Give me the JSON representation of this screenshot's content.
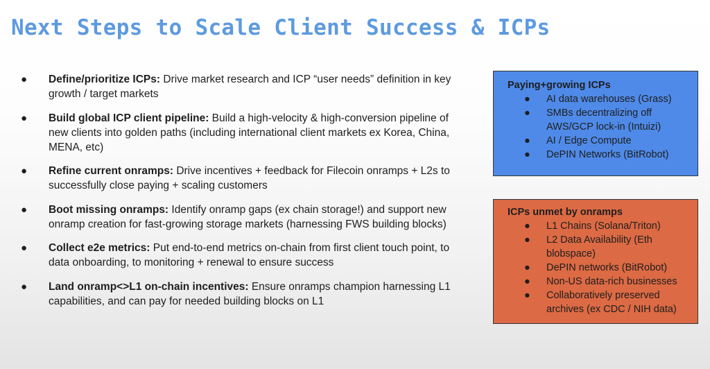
{
  "title": "Next Steps to Scale Client Success & ICPs",
  "bullet_symbol": "●",
  "steps": [
    {
      "lead": "Define/prioritize ICPs:",
      "text": " Drive market research and ICP “user needs” definition in key growth / target markets"
    },
    {
      "lead": "Build global ICP client pipeline:",
      "text": " Build a high-velocity & high-conversion pipeline of new clients into golden paths (including international client markets ex Korea, China, MENA, etc)"
    },
    {
      "lead": "Refine current onramps:",
      "text": " Drive incentives + feedback for Filecoin onramps + L2s to successfully close paying + scaling customers"
    },
    {
      "lead": "Boot missing onramps:",
      "text": " Identify onramp gaps (ex chain storage!) and support new onramp creation for fast-growing storage markets (harnessing FWS building blocks)"
    },
    {
      "lead": "Collect e2e metrics:",
      "text": " Put end-to-end metrics on-chain from first client touch point, to data onboarding, to monitoring + renewal to ensure success"
    },
    {
      "lead": "Land onramp<>L1 on-chain incentives:",
      "text": " Ensure onramps champion harnessing L1 capabilities, and can pay for needed building blocks on L1"
    }
  ],
  "paying_box": {
    "title": "Paying+growing ICPs",
    "color": "#4f8ae8",
    "items": [
      "AI data warehouses (Grass)",
      "SMBs decentralizing off AWS/GCP lock-in (Intuizi)",
      "AI / Edge Compute",
      "DePIN Networks (BitRobot)"
    ]
  },
  "unmet_box": {
    "title": "ICPs unmet by onramps",
    "color": "#dc6a44",
    "items": [
      "L1 Chains (Solana/Triton)",
      "L2 Data Availability (Eth blobspace)",
      "DePIN networks (BitRobot)",
      "Non-US data-rich businesses",
      "Collaboratively preserved archives (ex CDC / NIH data)"
    ]
  },
  "colors": {
    "title": "#5d9ae0",
    "text": "#1e1e1e"
  }
}
